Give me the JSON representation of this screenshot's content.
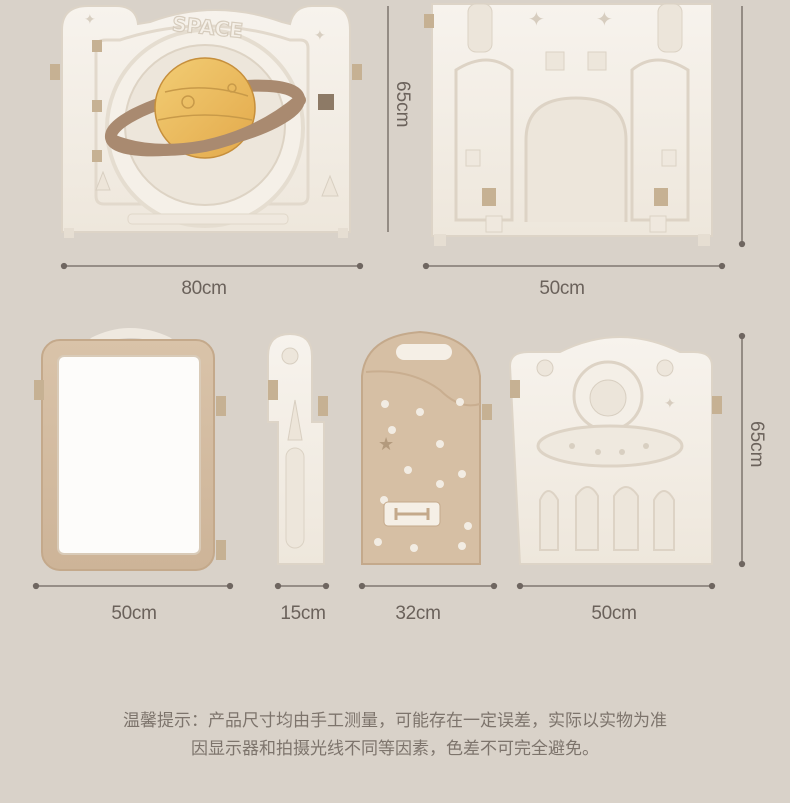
{
  "dimensions": {
    "panel1_width": "80cm",
    "panel2_width": "50cm",
    "top_height": "65cm",
    "panel3_width": "50cm",
    "panel4_width": "15cm",
    "panel5_width": "32cm",
    "panel6_width": "50cm",
    "bottom_height": "65cm"
  },
  "panel1": {
    "logo_text": "SPACE"
  },
  "note": {
    "line1": "温馨提示：产品尺寸均由手工测量，可能存在一定误差，实际以实物为准",
    "line2": "因显示器和拍摄光线不同等因素，色差不可完全避免。"
  },
  "colors": {
    "background": "#d9d2c9",
    "panel_cream": "#f3eee6",
    "panel_shadow": "#e3dcd1",
    "frame_tan": "#d5bfa6",
    "planet_yellow": "#eec05a",
    "ring_brown": "#a98a70",
    "dim_line": "#6f6660"
  }
}
